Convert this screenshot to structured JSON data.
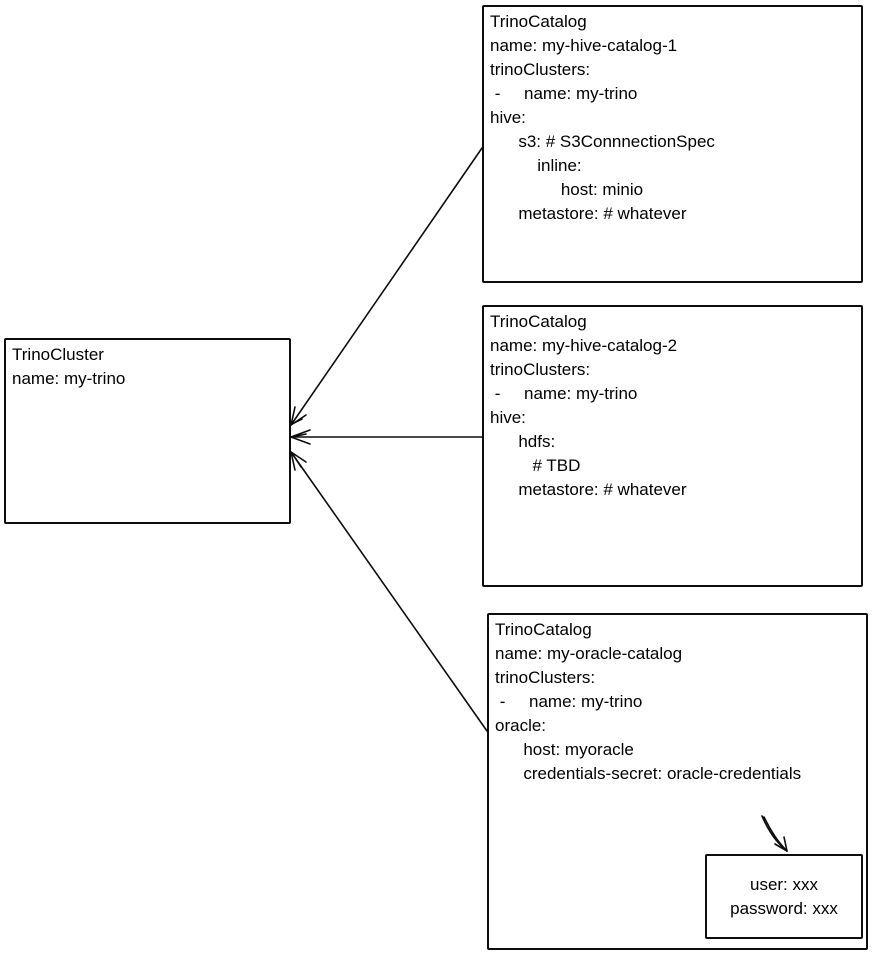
{
  "colors": {
    "background": "#ffffff",
    "stroke": "#000000",
    "text": "#000000"
  },
  "cluster_box": {
    "lines": [
      "TrinoCluster",
      "name: my-trino"
    ]
  },
  "catalog_boxes": [
    {
      "lines": [
        "TrinoCatalog",
        "name: my-hive-catalog-1",
        "trinoClusters:",
        " -     name: my-trino",
        "hive:",
        "      s3: # S3ConnnectionSpec",
        "          inline:",
        "               host: minio",
        "      metastore: # whatever"
      ]
    },
    {
      "lines": [
        "TrinoCatalog",
        "name: my-hive-catalog-2",
        "trinoClusters:",
        " -     name: my-trino",
        "hive:",
        "      hdfs:",
        "         # TBD",
        "      metastore: # whatever"
      ]
    },
    {
      "lines": [
        "TrinoCatalog",
        "name: my-oracle-catalog",
        "trinoClusters:",
        " -     name: my-trino",
        "oracle:",
        "      host: myoracle",
        "      credentials-secret: oracle-credentials"
      ]
    }
  ],
  "secret_box": {
    "lines": [
      "user: xxx",
      "password: xxx"
    ]
  }
}
